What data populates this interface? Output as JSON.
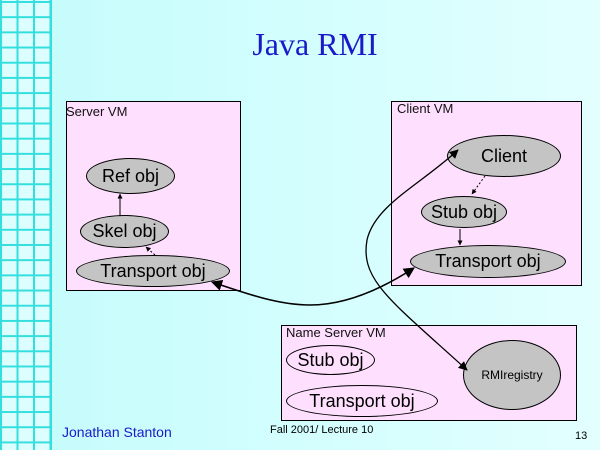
{
  "slide": {
    "title": "Java RMI",
    "colors": {
      "background": "#d6fefe",
      "grid_lines": "#33dede",
      "title": "#1a1ac8",
      "vm_box_fill": "#fee0fe",
      "node_fill": "#c4c4c4",
      "author": "#1a1ac8"
    }
  },
  "diagram": {
    "server_vm": {
      "label": "Server VM",
      "nodes": {
        "ref": "Ref obj",
        "skel": "Skel obj",
        "transport": "Transport obj"
      }
    },
    "client_vm": {
      "label": "Client VM",
      "nodes": {
        "client": "Client",
        "stub": "Stub obj",
        "transport": "Transport obj"
      }
    },
    "name_server_vm": {
      "label": "Name Server VM",
      "nodes": {
        "stub": "Stub obj",
        "transport": "Transport obj",
        "registry": "RMIregistry"
      }
    },
    "edges": [
      {
        "from": "server.skel",
        "to": "server.ref",
        "style": "solid"
      },
      {
        "from": "server.transport",
        "to": "server.skel",
        "style": "dashed"
      },
      {
        "from": "client.client",
        "to": "client.stub",
        "style": "dashed"
      },
      {
        "from": "client.stub",
        "to": "client.transport",
        "style": "solid"
      },
      {
        "from": "server.transport",
        "to": "client.transport",
        "style": "bidirectional"
      },
      {
        "from": "client.client",
        "to": "name_server.registry",
        "style": "bidirectional"
      }
    ]
  },
  "footer": {
    "author": "Jonathan Stanton",
    "course": "Fall 2001/ Lecture 10",
    "page_number": "13"
  }
}
